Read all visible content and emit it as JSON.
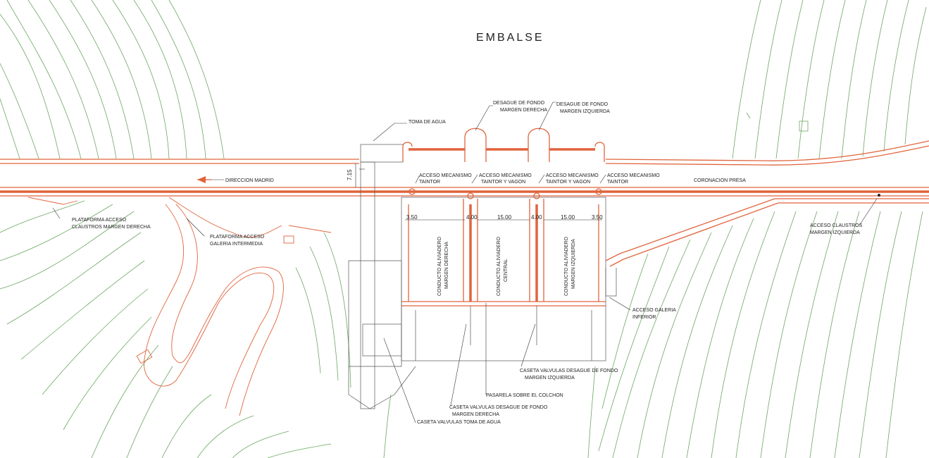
{
  "colors": {
    "structure": "#e0643c",
    "contour": "#6aa860",
    "background": "#ffffff",
    "text": "#222222"
  },
  "title": "EMBALSE",
  "labels": {
    "toma_agua": "TOMA DE AGUA",
    "desague_fondo_derecha_1": "DESAGUE DE FONDO",
    "desague_fondo_derecha_2": "MARGEN DERECHA",
    "desague_fondo_izquierda_1": "DESAGUE DE FONDO",
    "desague_fondo_izquierda_2": "MARGEN IZQUIERDA",
    "direccion": "DIRECCION MADRID",
    "coronacion": "CORONACION PRESA",
    "acceso_mec_1a": "ACCESO MECANISMO",
    "acceso_mec_1b": "TAINTOR",
    "acceso_mec_2a": "ACCESO MECANISMO",
    "acceso_mec_2b": "TAINTOR Y VAGON",
    "acceso_mec_3a": "ACCESO MECANISMO",
    "acceso_mec_3b": "TAINTOR Y VAGON",
    "acceso_mec_4a": "ACCESO MECANISMO",
    "acceso_mec_4b": "TAINTOR",
    "plataforma_claustros_1": "PLATAFORMA ACCESO",
    "plataforma_claustros_2": "CLAUSTROS MARGEN DERECHA",
    "plataforma_galeria_1": "PLATAFORMA ACCESO",
    "plataforma_galeria_2": "GALERIA INTERMEDIA",
    "acceso_claustros_izq_1": "ACCESO CLAUSTROS",
    "acceso_claustros_izq_2": "MARGEN IZQUIERDA",
    "conducto_derecha_1": "CONDUCTO ALIVIADERO",
    "conducto_derecha_2": "MARGEN DERECHA",
    "conducto_central_1": "CONDUCTO ALIVIADERO",
    "conducto_central_2": "CENTRAL",
    "conducto_izquierda_1": "CONDUCTO ALIVIADERO",
    "conducto_izquierda_2": "MARGEN IZQUIERDA",
    "acceso_galeria_1": "ACCESO GALERIA",
    "acceso_galeria_2": "INFERIOR",
    "caseta_fondo_izq_1": "CASETA VALVULAS DESAGUE DE FONDO",
    "caseta_fondo_izq_2": "MARGEN IZQUIERDA",
    "pasarela": "PASARELA SOBRE EL COLCHON",
    "caseta_fondo_der_1": "CASETA VALVULAS DESAGUE DE FONDO",
    "caseta_fondo_der_2": "MARGEN DERECHA",
    "caseta_toma": "CASETA VALVULAS TOMA DE AGUA"
  },
  "dimensions": {
    "road_width": "7.15",
    "d1": "3.50",
    "d2": "4.00",
    "d3": "15.00",
    "d4": "4.00",
    "d5": "15.00",
    "d6": "3.50"
  }
}
